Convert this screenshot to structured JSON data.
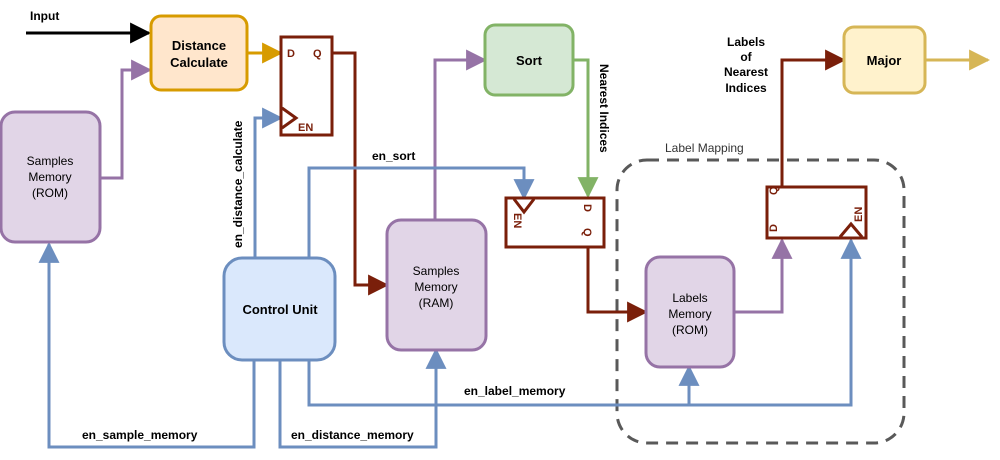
{
  "labels": {
    "input": "Input",
    "distance_calculate_1": "Distance",
    "distance_calculate_2": "Calculate",
    "sort": "Sort",
    "major": "Major",
    "samples_rom_1": "Samples",
    "samples_rom_2": "Memory",
    "samples_rom_3": "(ROM)",
    "samples_ram_1": "Samples",
    "samples_ram_2": "Memory",
    "samples_ram_3": "(RAM)",
    "labels_rom_1": "Labels",
    "labels_rom_2": "Memory",
    "labels_rom_3": "(ROM)",
    "control_unit": "Control Unit",
    "label_mapping": "Label Mapping",
    "labels_nearest_1": "Labels",
    "labels_nearest_2": "of",
    "labels_nearest_3": "Nearest",
    "labels_nearest_4": "Indices",
    "nearest_indices": "Nearest Indices",
    "en_sort": "en_sort",
    "en_distance_calculate": "en_distance_calculate",
    "en_sample_memory": "en_sample_memory",
    "en_distance_memory": "en_distance_memory",
    "en_label_memory": "en_label_memory"
  },
  "pins": {
    "d": "D",
    "q": "Q",
    "en": "EN"
  },
  "colors": {
    "orange_fill": "#ffe6cc",
    "orange_stroke": "#d79b00",
    "green_fill": "#d5e8d4",
    "green_stroke": "#82b366",
    "yellow_fill": "#fff2cc",
    "yellow_stroke": "#d6b656",
    "purple_fill": "#e1d5e7",
    "purple_stroke": "#9673a6",
    "blue_fill": "#dae8fc",
    "blue_stroke": "#6c8ebf",
    "darkred": "#7a1f0a",
    "gray_dash": "#595959"
  }
}
